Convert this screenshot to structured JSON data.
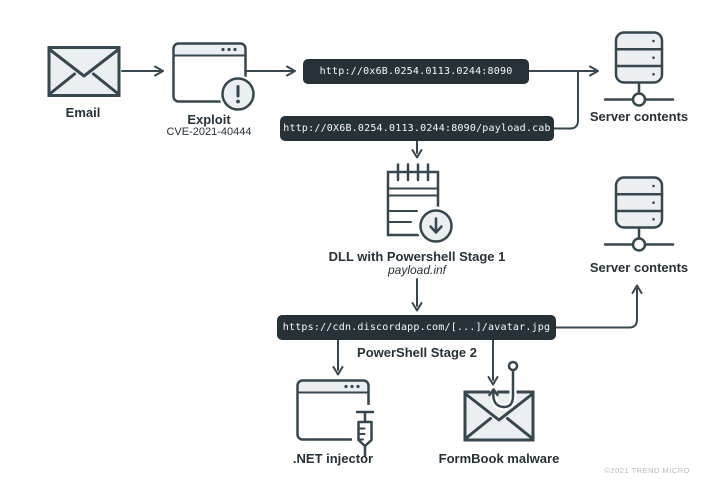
{
  "diagram_type": "malware-infection-chain",
  "nodes": {
    "email": {
      "label": "Email"
    },
    "exploit": {
      "label": "Exploit",
      "cve": "CVE-2021-40444"
    },
    "url_8090": {
      "text": "http://0x6B.0254.0113.0244:8090"
    },
    "url_payload_cab": {
      "text": "http://0X6B.0254.0113.0244:8090/payload.cab"
    },
    "server_top": {
      "label": "Server contents"
    },
    "dll_stage1": {
      "label": "DLL with Powershell Stage 1",
      "filename": "payload.inf"
    },
    "url_discord": {
      "text": "https://cdn.discordapp.com/[...]/avatar.jpg"
    },
    "powershell_stage2": {
      "label": "PowerShell Stage 2"
    },
    "server_right": {
      "label": "Server contents"
    },
    "net_injector": {
      "label": ".NET injector"
    },
    "formbook": {
      "label": "FormBook malware"
    }
  },
  "footer": {
    "copyright": "©2021 TREND MICRO"
  },
  "colors": {
    "stroke": "#37474F",
    "icon_fill": "#ECEFF1",
    "pill_background": "#263238",
    "pill_text": "#FAFAFA",
    "label_text": "#263238",
    "copyright_text": "#B6BABC",
    "background": "#FFFFFF"
  }
}
